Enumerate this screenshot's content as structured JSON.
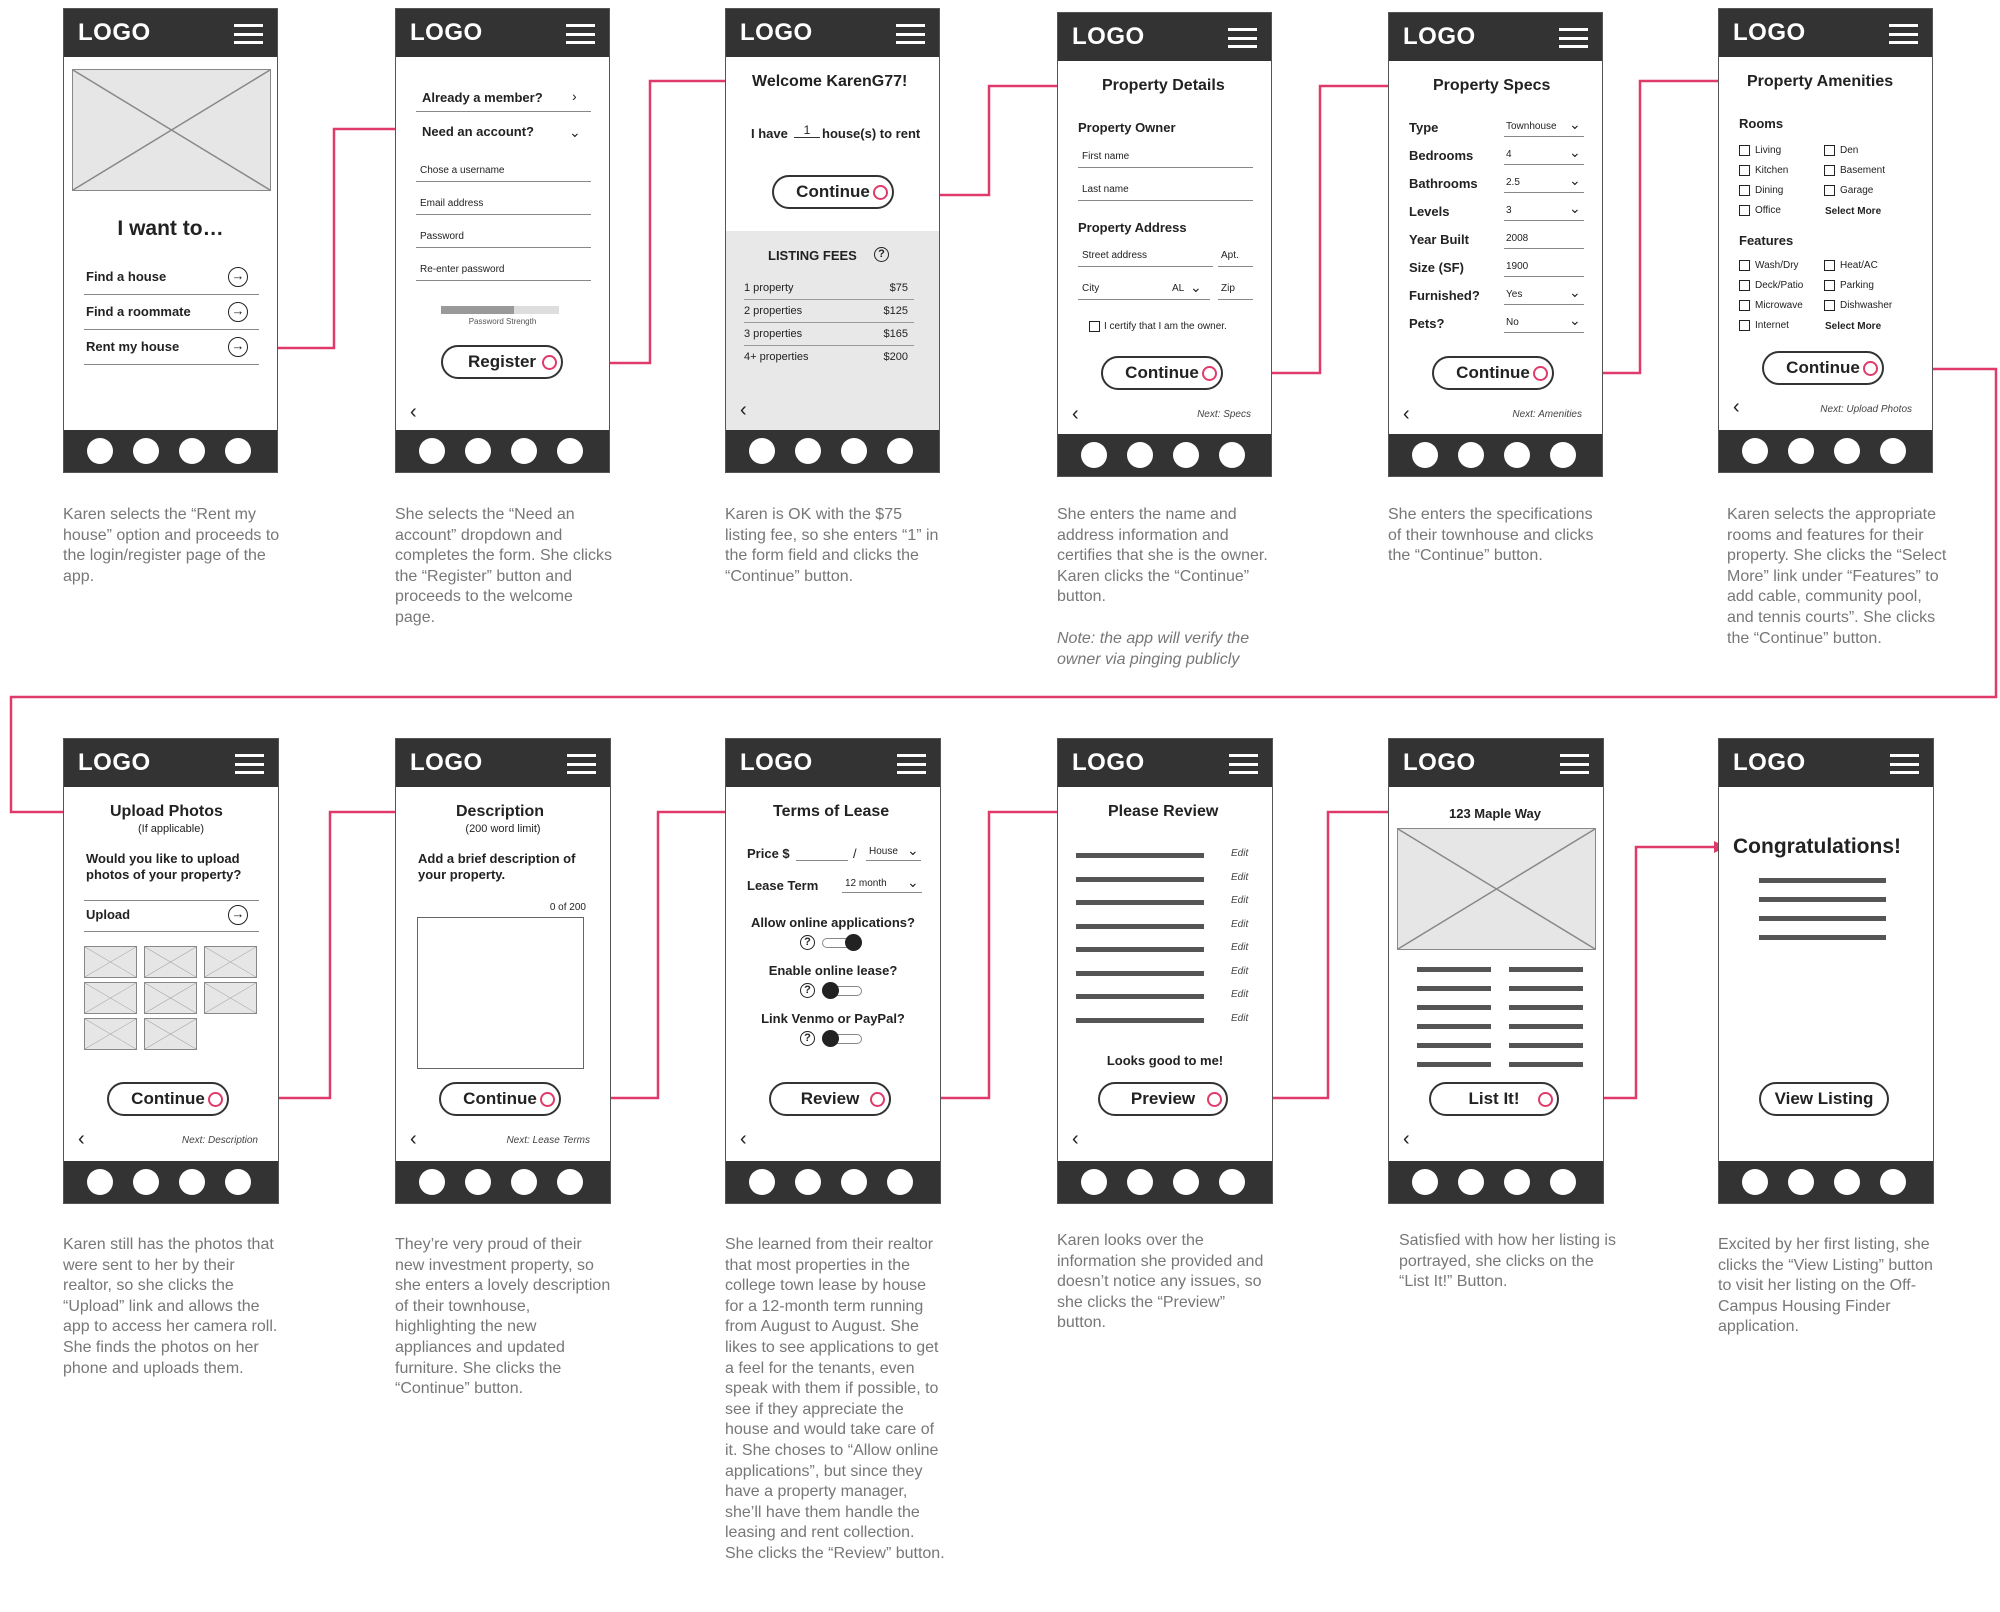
{
  "colors": {
    "accent": "#e03a6b",
    "frame": "#333333",
    "placeholder": "#e6e6e6"
  },
  "common": {
    "logo": "LOGO",
    "back": "‹"
  },
  "s1": {
    "title": "I want to…",
    "options": [
      "Find a house",
      "Find a roommate",
      "Rent my house"
    ],
    "caption": "Karen selects the “Rent my house” option and proceeds to the login/register page of the app."
  },
  "s2": {
    "member": "Already a member?",
    "need": "Need an account?",
    "username": "Chose a username",
    "email": "Email address",
    "password": "Password",
    "reenter": "Re-enter password",
    "strength": "Password Strength",
    "button": "Register",
    "caption": "She selects the “Need an account” dropdown and completes the form. She clicks the “Register” button and proceeds to the welcome page."
  },
  "s3": {
    "welcome": "Welcome KarenG77!",
    "ihave": "I have",
    "count": "1",
    "torent": "house(s) to rent",
    "button": "Continue",
    "fees_title": "LISTING FEES",
    "fees": [
      {
        "label": "1 property",
        "price": "$75"
      },
      {
        "label": "2 properties",
        "price": "$125"
      },
      {
        "label": "3 properties",
        "price": "$165"
      },
      {
        "label": "4+ properties",
        "price": "$200"
      }
    ],
    "caption": "Karen is OK with the $75 listing fee, so she enters “1” in the form field and clicks the “Continue” button."
  },
  "s4": {
    "title": "Property Details",
    "owner": "Property Owner",
    "first": "First name",
    "last": "Last name",
    "address": "Property Address",
    "street": "Street address",
    "apt": "Apt.",
    "city": "City",
    "state": "AL",
    "zip": "Zip",
    "certify": "I certify that I am the owner.",
    "button": "Continue",
    "next": "Next: Specs",
    "caption": "She enters the name and address information and certifies that she is the owner. Karen clicks the “Continue” button.",
    "note": "Note: the app will verify the owner via pinging publicly"
  },
  "s5": {
    "title": "Property Specs",
    "button": "Continue",
    "next": "Next: Amenities",
    "fields": [
      {
        "label": "Type",
        "value": "Townhouse"
      },
      {
        "label": "Bedrooms",
        "value": "4"
      },
      {
        "label": "Bathrooms",
        "value": "2.5"
      },
      {
        "label": "Levels",
        "value": "3"
      },
      {
        "label": "Year Built",
        "value": "2008"
      },
      {
        "label": "Size (SF)",
        "value": "1900"
      },
      {
        "label": "Furnished?",
        "value": "Yes"
      },
      {
        "label": "Pets?",
        "value": "No"
      }
    ],
    "caption": "She enters the specifications of their townhouse and clicks the “Continue” button."
  },
  "s6": {
    "title": "Property Amenities",
    "rooms": "Rooms",
    "features": "Features",
    "select_more": "Select More",
    "button": "Continue",
    "next": "Next: Upload Photos",
    "rooms_left": [
      "Living",
      "Kitchen",
      "Dining",
      "Office"
    ],
    "rooms_right": [
      "Den",
      "Basement",
      "Garage"
    ],
    "feat_left": [
      "Wash/Dry",
      "Deck/Patio",
      "Microwave",
      "Internet"
    ],
    "feat_right": [
      "Heat/AC",
      "Parking",
      "Dishwasher"
    ],
    "caption": "Karen selects the appropriate rooms and features for their property. She clicks the “Select More” link under “Features” to add cable, community pool, and tennis courts”. She clicks the “Continue” button."
  },
  "s7": {
    "title": "Upload Photos",
    "sub": "(If applicable)",
    "question": "Would you like to upload photos of your property?",
    "upload": "Upload",
    "button": "Continue",
    "next": "Next: Description",
    "caption": "Karen still has the photos that were sent to her by their realtor, so she clicks the “Upload” link and allows the app to access her camera roll. She finds the photos on her phone and uploads them."
  },
  "s8": {
    "title": "Description",
    "sub": "(200 word limit)",
    "prompt": "Add a brief description of your property.",
    "counter": "0 of 200",
    "button": "Continue",
    "next": "Next: Lease Terms",
    "caption": "They’re very proud of their new investment property, so she enters a lovely description of their townhouse, highlighting the new appliances and updated furniture. She clicks the “Continue” button."
  },
  "s9": {
    "title": "Terms of Lease",
    "price": "Price $",
    "slash": "/",
    "per": "House",
    "term_label": "Lease Term",
    "term": "12 month",
    "q1": "Allow online applications?",
    "q2": "Enable online lease?",
    "q3": "Link Venmo or PayPal?",
    "button": "Review",
    "caption": "She learned from their realtor that most properties in the college town lease by house for a 12-month term running from August to August. She likes to see applications to get a feel for the tenants, even speak with them if possible, to see if they appreciate the house and would take care of it. She choses to “Allow online applications”, but since they have a property manager, she’ll have them handle the leasing and rent collection. She clicks the “Review” button."
  },
  "s10": {
    "title": "Please Review",
    "edit": "Edit",
    "ok": "Looks good to me!",
    "button": "Preview",
    "caption": "Karen looks over the information she provided and doesn’t notice any issues, so she clicks the “Preview” button."
  },
  "s11": {
    "title": "123 Maple Way",
    "button": "List It!",
    "caption": "Satisfied with how her listing is portrayed, she clicks on the “List It!” Button."
  },
  "s12": {
    "title": "Congratulations!",
    "button": "View Listing",
    "caption": "Excited by her first listing, she clicks the “View Listing” button to visit her listing on the Off-Campus Housing Finder application."
  }
}
